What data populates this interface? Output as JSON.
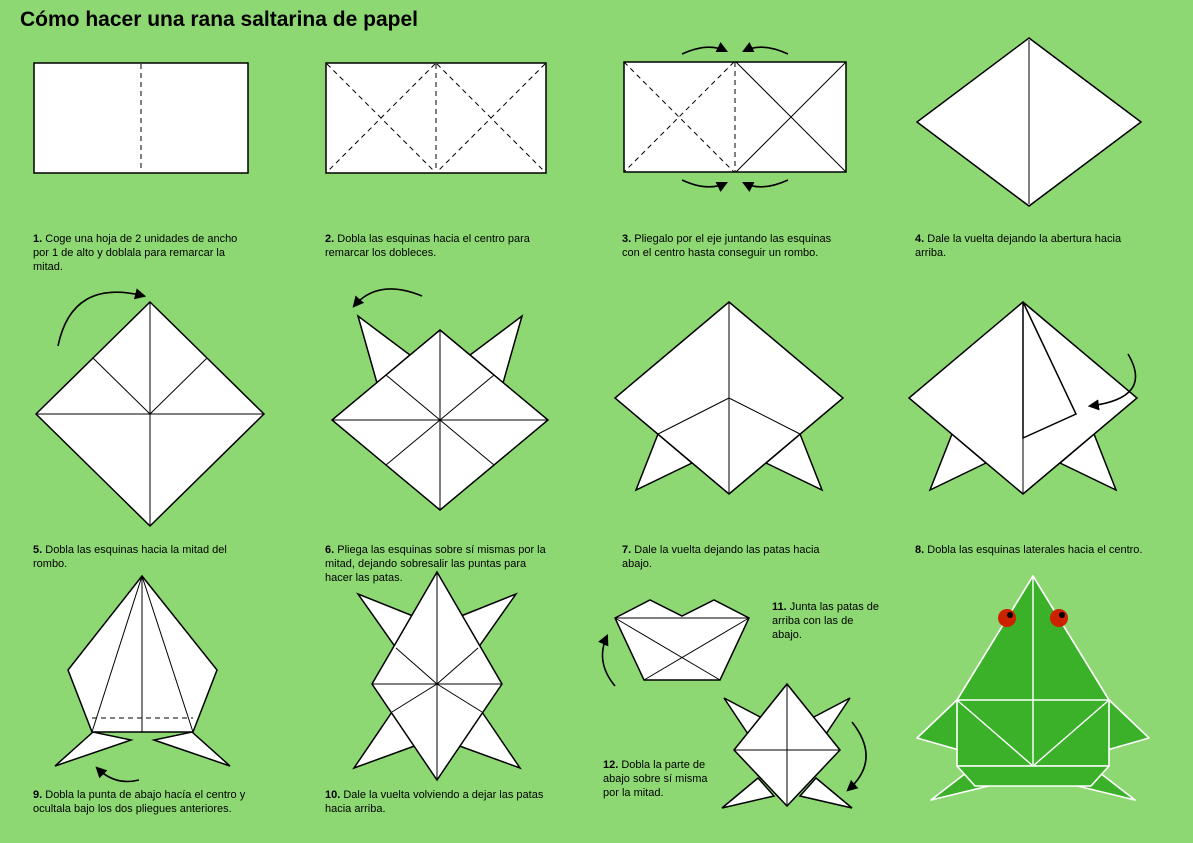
{
  "page": {
    "title": "Cómo hacer una rana saltarina de papel"
  },
  "colors": {
    "background": "#8ed873",
    "paper": "#ffffff",
    "outline": "#000000",
    "frog_green": "#3bb129",
    "eye_red": "#cc2200",
    "text": "#000000"
  },
  "steps": [
    {
      "number": "1.",
      "text": "Coge una hoja de 2 unidades de ancho por 1 de alto y doblala para remarcar la mitad."
    },
    {
      "number": "2.",
      "text": "Dobla las esquinas hacia el centro para remarcar los dobleces."
    },
    {
      "number": "3.",
      "text": "Pliegalo por el eje juntando las esquinas con el centro hasta conseguir un rombo."
    },
    {
      "number": "4.",
      "text": "Dale la vuelta dejando la abertura hacia arriba."
    },
    {
      "number": "5.",
      "text": "Dobla las esquinas hacia la mitad del rombo."
    },
    {
      "number": "6.",
      "text": "Pliega las esquinas sobre sí mismas por la mitad, dejando sobresalir las puntas para hacer las patas."
    },
    {
      "number": "7.",
      "text": "Dale la vuelta dejando las patas hacia abajo."
    },
    {
      "number": "8.",
      "text": "Dobla las esquinas laterales hacia el centro."
    },
    {
      "number": "9.",
      "text": "Dobla la punta de abajo hacía el centro y ocultala bajo los dos pliegues anteriores."
    },
    {
      "number": "10.",
      "text": "Dale la vuelta volviendo a dejar las patas hacia arriba."
    },
    {
      "number": "11.",
      "text": "Junta las patas de arriba con las de abajo."
    },
    {
      "number": "12.",
      "text": "Dobla la parte de abajo sobre sí misma por la mitad."
    }
  ]
}
